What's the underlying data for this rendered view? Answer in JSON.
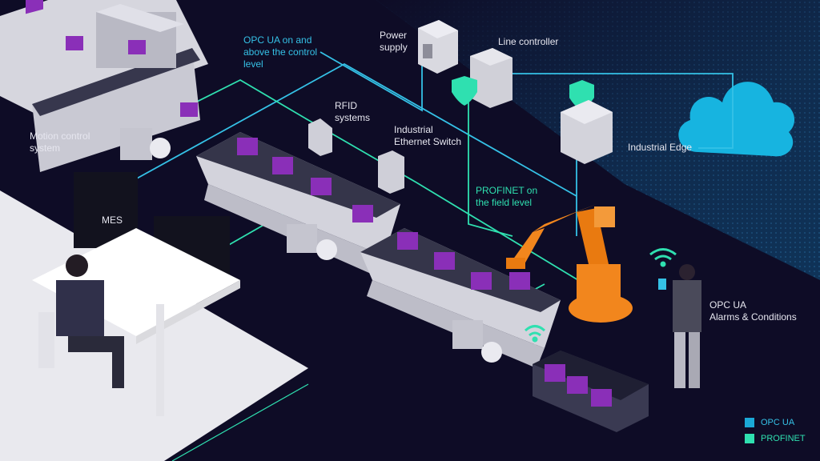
{
  "labels": {
    "opcua_control": "OPC UA on and\nabove the control\nlevel",
    "power_supply": "Power\nsupply",
    "line_controller": "Line controller",
    "rfid": "RFID\nsystems",
    "industrial_switch": "Industrial\nEthernet Switch",
    "industrial_edge": "Industrial Edge",
    "motion_control": "Motion control\nsystem",
    "profinet_field": "PROFINET on\nthe field level",
    "mes": "MES",
    "alarms": "OPC UA\nAlarms & Conditions"
  },
  "legend": [
    {
      "label": "OPC UA",
      "color": "#1ba9d6"
    },
    {
      "label": "PROFINET",
      "color": "#2fe0b0"
    }
  ],
  "colors": {
    "background": "#0e0c26",
    "opcua_line": "#35c1e6",
    "profinet_line": "#2fe0b0",
    "box_purple": "#8a2fb8",
    "robot_orange": "#f2861d",
    "cloud": "#17b4e0",
    "floor": "#e9e9ee"
  }
}
